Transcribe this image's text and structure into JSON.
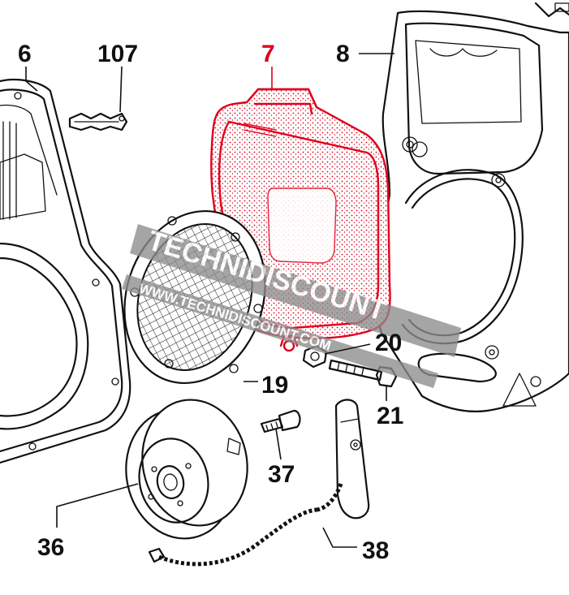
{
  "callouts": {
    "c6": "6",
    "c107": "107",
    "c7": "7",
    "c8": "8",
    "c20": "20",
    "c19": "19",
    "c21": "21",
    "c37": "37",
    "c36": "36",
    "c38": "38"
  },
  "watermark": {
    "brand": "TECHNIDISCOUNT",
    "url": "WWW.TECHNIDISCOUNT.COM"
  },
  "colors": {
    "highlight": "#e0001b",
    "ink": "#111111",
    "watermark_band": "#8c8c8c"
  }
}
